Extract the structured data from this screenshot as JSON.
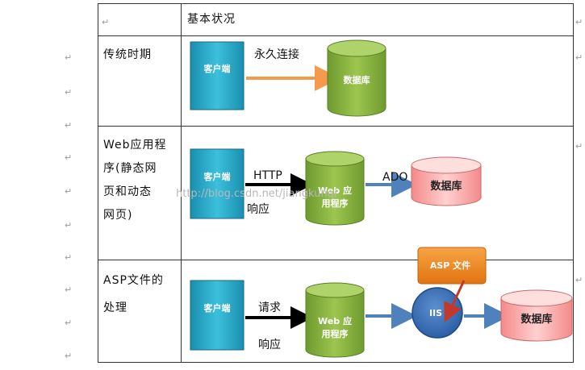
{
  "table": {
    "header": "基本状况",
    "rows": [
      {
        "label_lines": [
          "传统时期"
        ]
      },
      {
        "label_lines": [
          "Web应用程",
          "序(静态网",
          "页和动态",
          "网页)"
        ]
      },
      {
        "label_lines": [
          "ASP文件的",
          "处理"
        ]
      }
    ]
  },
  "row1": {
    "client": "客户端",
    "arrow_label": "永久连接",
    "db": "数据库"
  },
  "row2": {
    "client": "客户端",
    "http": "HTTP",
    "response": "响应",
    "web_line1": "Web  应",
    "web_line2": "用程序",
    "ado": "ADO",
    "db": "数据库"
  },
  "row3": {
    "client": "客户端",
    "request": "请求",
    "response": "响应",
    "web_line1": "Web  应",
    "web_line2": "用程序",
    "asp_file": "ASP 文件",
    "iis": "IIS",
    "db": "数据库"
  },
  "watermark": "http://blog.csdn.net/jiangkunqi"
}
